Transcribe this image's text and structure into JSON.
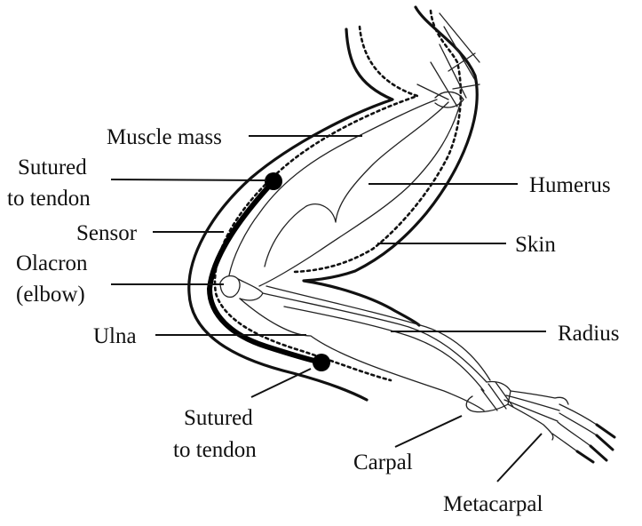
{
  "diagram": {
    "labels": {
      "muscle_mass": "Muscle mass",
      "sutured_top_line1": "Sutured",
      "sutured_top_line2": "to tendon",
      "sensor": "Sensor",
      "olacron_line1": "Olacron",
      "olacron_line2": "(elbow)",
      "ulna": "Ulna",
      "sutured_bottom_line1": "Sutured",
      "sutured_bottom_line2": "to tendon",
      "carpal": "Carpal",
      "metacarpal": "Metacarpal",
      "humerus": "Humerus",
      "skin": "Skin",
      "radius": "Radius"
    }
  }
}
